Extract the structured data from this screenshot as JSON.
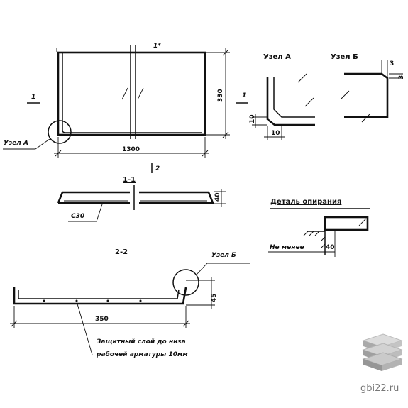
{
  "plan": {
    "cut_top": "1*",
    "cut_bottom": "2",
    "side_left": "1",
    "side_right": "1",
    "width_dim": "1300",
    "height_dim": "330",
    "node_callout": "Узел А"
  },
  "section_1_1": {
    "title": "1-1",
    "depth_dim": "40",
    "rebar_label": "С30"
  },
  "section_2_2": {
    "title": "2-2",
    "node_callout": "Узел Б",
    "depth_dim": "45",
    "width_dim": "350",
    "cover_note_line1": "Защитный слой до низа",
    "cover_note_line2": "рабочей арматуры 10мм"
  },
  "node_a": {
    "title": "Узел А",
    "dim_a": "10",
    "dim_b": "10"
  },
  "node_b": {
    "title": "Узел Б",
    "dim_a": "3",
    "dim_b": "3"
  },
  "support_detail": {
    "title": "Деталь опирания",
    "min_label": "Не менее",
    "min_value": "40"
  },
  "watermark": {
    "text": "gbi22.ru",
    "logo_icon": "stacked-slabs-logo"
  }
}
